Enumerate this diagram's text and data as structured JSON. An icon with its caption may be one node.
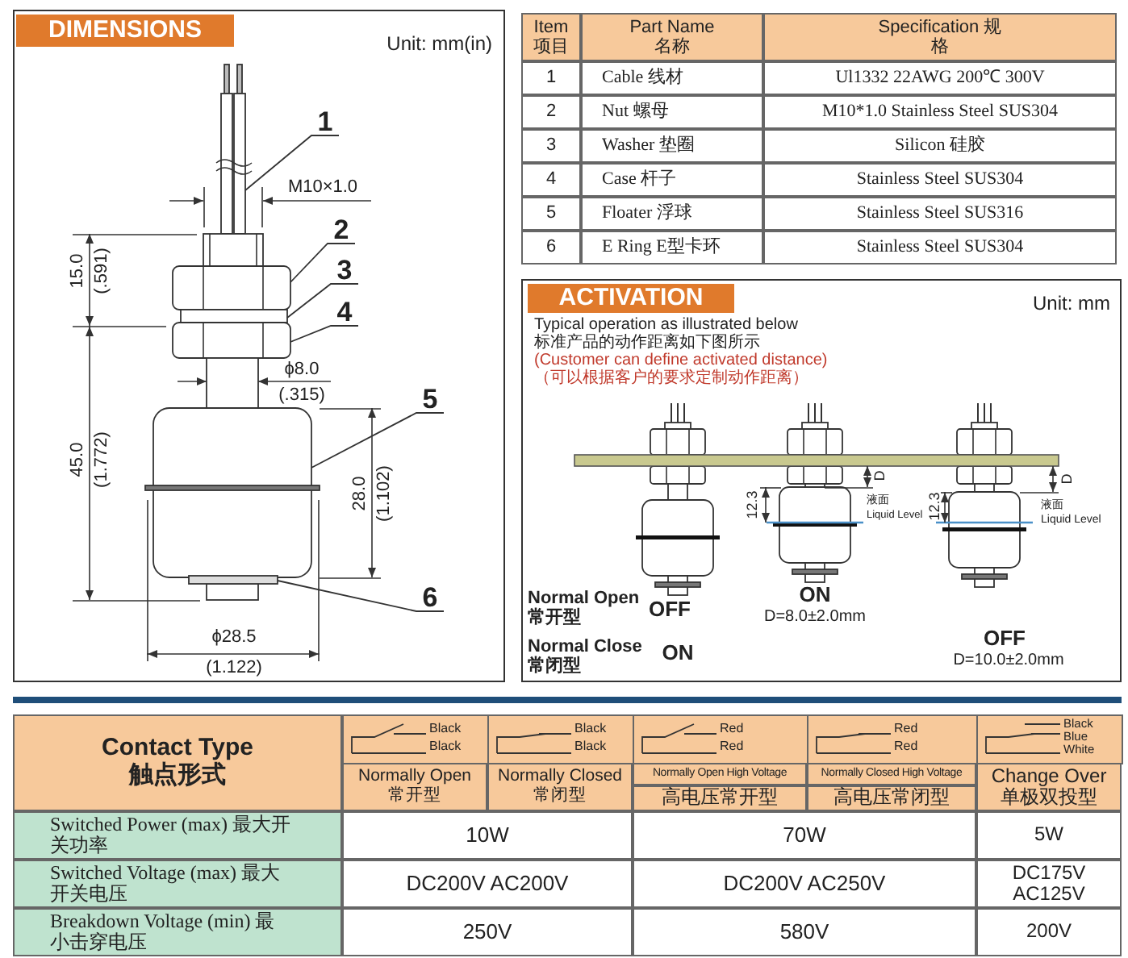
{
  "diagram": {
    "nodes": [
      {
        "text": [
          "1"
        ]
      },
      {
        "text": [
          "2"
        ]
      },
      {
        "text": [
          "3"
        ]
      },
      {
        "text": [
          "4"
        ]
      },
      {
        "text": [
          "5"
        ]
      },
      {
        "text": [
          "6"
        ]
      },
      {
        "text": [],
        "shape": "picture"
      },
      {
        "text": [],
        "shape": "picture"
      },
      {
        "text": [],
        "shape": "picture"
      },
      {
        "text": [],
        "shape": "picture"
      },
      {
        "text": [],
        "shape": "picture"
      },
      {
        "text": [],
        "shape": "picture"
      }
    ],
    "edges": [
      {
        "from": 0,
        "to": 6,
        "arrow": "none"
      },
      {
        "from": 1,
        "to": 7,
        "arrow": "none"
      },
      {
        "from": 2,
        "to": 8,
        "arrow": "none"
      },
      {
        "from": 3,
        "to": 9,
        "arrow": "none"
      },
      {
        "from": 4,
        "to": 10,
        "arrow": "none"
      },
      {
        "from": 5,
        "to": 11,
        "arrow": "none"
      }
    ],
    "labels": [
      "DIMENSIONS",
      "Unit: mm(in)",
      "M10×1.0",
      "15.0",
      "(.591)",
      "ϕ8.0",
      "(.315)",
      "45.0",
      "(1.772)",
      "28.0",
      "(1.102)",
      "ϕ28.5",
      "(1.122)",
      "Item 项目",
      "Part Name 名称",
      "Specification 规格",
      "1",
      "Cable 线材",
      "Ul1332 22AWG 200℃ 300V",
      "2",
      "Nut 螺母",
      "M10*1.0 Stainless Steel SUS304",
      "3",
      "Washer 垫圈",
      "Silicon 硅胶",
      "4",
      "Case 杆子",
      "Stainless Steel SUS304",
      "5",
      "Floater 浮球",
      "Stainless Steel SUS316",
      "6",
      "E Ring E型卡环",
      "Stainless Steel SUS304",
      "ACTIVATION",
      "Unit: mm",
      "Typical operation as illustrated below",
      "标准产品的动作距离如下图所示",
      "(Customer can define activated distance)",
      "（可以根据客户的要求定制动作距离）",
      "D",
      "12.3",
      "液面",
      "Liquid Level",
      "D",
      "12.3",
      "液面",
      "Liquid Level",
      "Normal Open 常开型",
      "OFF",
      "ON",
      "D=8.0±2.0mm",
      "Normal Close 常闭型",
      "ON",
      "OFF",
      "D=10.0±2.0mm",
      "Contact Type 触点形式",
      "Black",
      "Black",
      "Black",
      "Black",
      "Red",
      "Red",
      "Red",
      "Red",
      "Black",
      "Blue",
      "White",
      "Normally Open 常开型",
      "Normally Closed 常闭型",
      "Normally Open High Voltage",
      "高电压常开型",
      "Normally Closed High Voltage",
      "高电压常闭型",
      "Change Over 单极双投型",
      "Switched Power (max) 最大开关功率",
      "10W",
      "70W",
      "5W",
      "Switched Voltage (max) 最大开关电压",
      "DC200V AC200V",
      "DC200V AC250V",
      "DC175V AC125V",
      "Breakdown Voltage (min) 最小击穿电压",
      "250V",
      "580V",
      "200V"
    ]
  }
}
